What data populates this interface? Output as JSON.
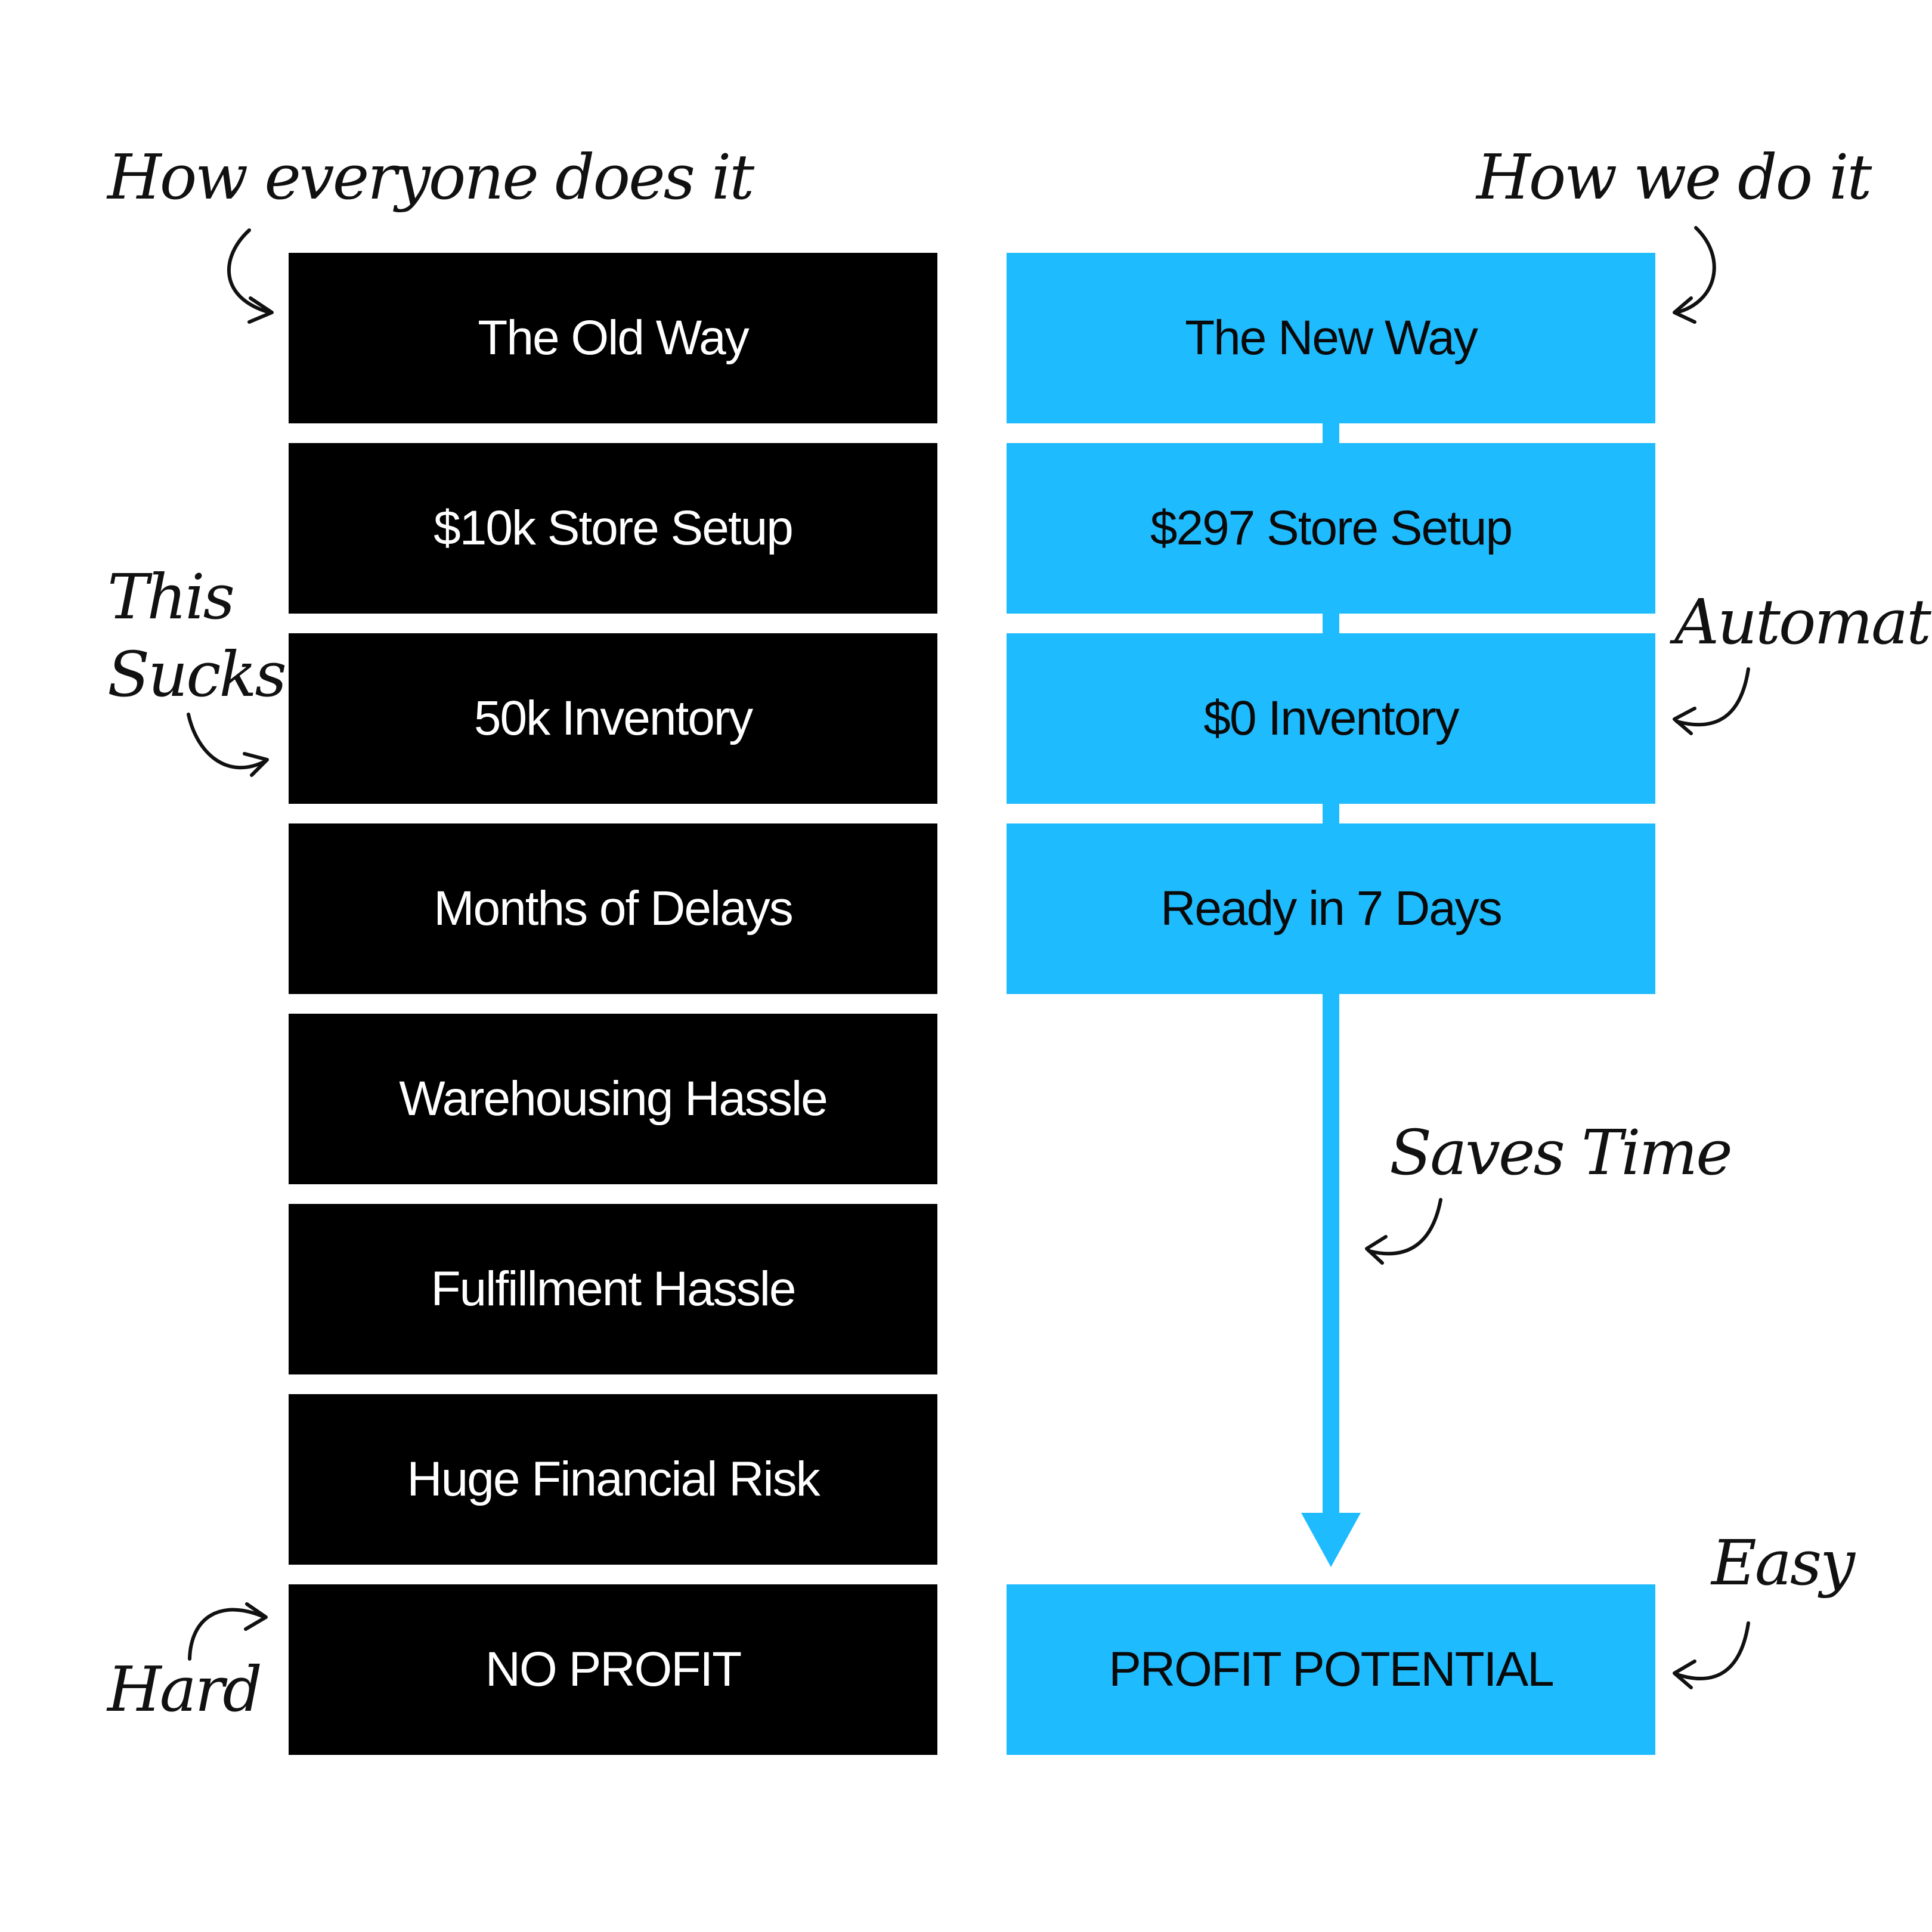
{
  "old_way": {
    "header": "The Old Way",
    "items": [
      "$10k Store Setup",
      "50k Inventory",
      "Months of Delays",
      "Warehousing Hassle",
      "Fulfillment Hassle",
      "Huge Financial Risk"
    ],
    "result": "NO PROFIT"
  },
  "new_way": {
    "header": "The New Way",
    "items": [
      "$297 Store Setup",
      "$0 Inventory",
      "Ready in 7 Days"
    ],
    "result": "PROFIT POTENTIAL"
  },
  "annotations": {
    "how_everyone": "How everyone does it",
    "how_we": "How we do it",
    "this": "This",
    "sucks": "Sucks",
    "hard": "Hard",
    "automatic": "Automatic",
    "saves_time": "Saves Time",
    "easy": "Easy"
  },
  "colors": {
    "old": "#000000",
    "new": "#1fbbff",
    "annotation": "#111111"
  }
}
